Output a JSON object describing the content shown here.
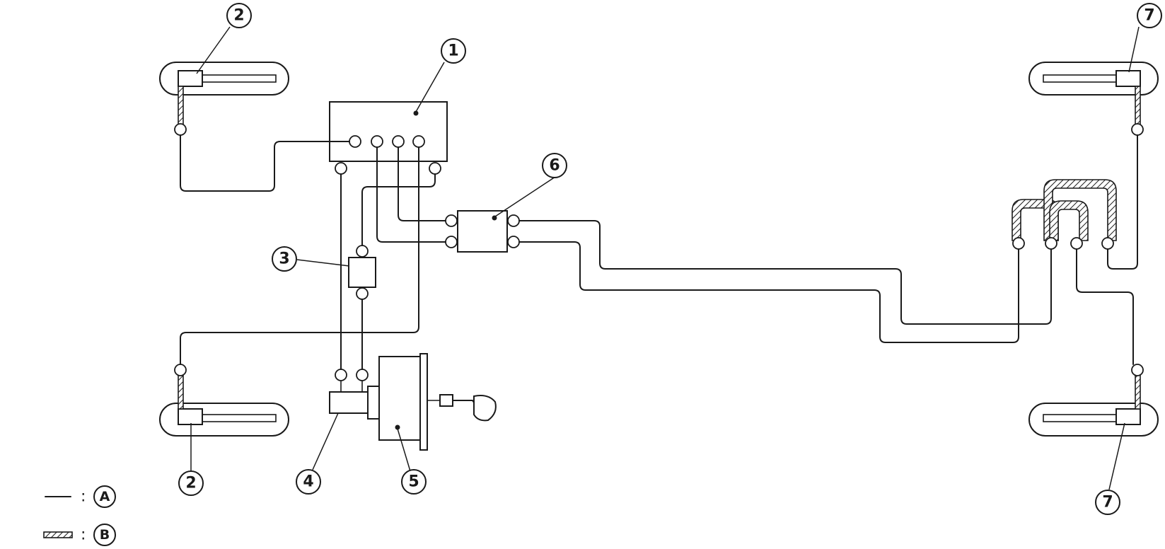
{
  "callouts": {
    "c1": "1",
    "c2_top": "2",
    "c2_bottom": "2",
    "c3": "3",
    "c4": "4",
    "c5": "5",
    "c6": "6",
    "c7_top": "7",
    "c7_bottom": "7"
  },
  "legend": {
    "separator": ":",
    "line_key": "A",
    "hatch_key": "B"
  },
  "colors": {
    "ink": "#1a1a1a",
    "background": "#ffffff"
  }
}
